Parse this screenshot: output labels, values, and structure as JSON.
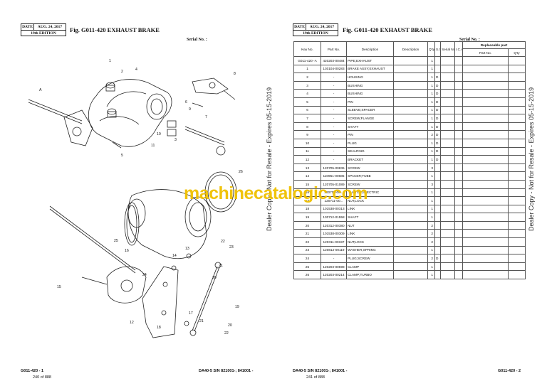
{
  "left_page": {
    "header": {
      "date_label": "DATE",
      "date_value": "AUG. 24, 2017",
      "edition": "19th EDITION"
    },
    "fig_title": "Fig. G011-420 EXHAUST BRAKE",
    "serial_label": "Serial No. :",
    "callouts": [
      "1",
      "2",
      "3",
      "4",
      "5",
      "6",
      "7",
      "8",
      "9",
      "10",
      "11",
      "12",
      "13",
      "14",
      "15",
      "16",
      "17",
      "18",
      "19",
      "20",
      "20",
      "21",
      "21",
      "22",
      "22",
      "23",
      "24",
      "25",
      "26",
      "A"
    ],
    "footer": {
      "code": "G011-420 - 1",
      "page": "240 of 888",
      "model": "DA40-5 S/N 821001-; 841001 -"
    },
    "side_text": "Dealer Copy - Not for Resale - Expires 05-15-2019"
  },
  "right_page": {
    "header": {
      "date_label": "DATE",
      "date_value": "AUG. 24, 2017",
      "edition": "19th EDITION"
    },
    "fig_title": "Fig. G011-420 EXHAUST BRAKE",
    "serial_label": "Serial No. :",
    "columns": {
      "key_no": "Key No.",
      "part_no": "Part No.",
      "description": "Description",
      "description2": "Description",
      "qty": "Q'ty",
      "sc": "S.C",
      "serial_no": "Serial No.",
      "ica": "I.C.A",
      "replaceable": "Replaceable part",
      "rp_part_no": "Part No.",
      "rp_qty": "Q'ty"
    },
    "rows": [
      {
        "key": "G011-420 -A",
        "part": "420203-00484",
        "desc": "PIPE;EXHAUST",
        "qty": "1",
        "sc": ""
      },
      {
        "key": "1",
        "part": "130104-00283",
        "desc": "BRAKE ASSY;EXHAUST",
        "qty": "1",
        "sc": ""
      },
      {
        "key": "2",
        "part": "-",
        "desc": "HOUSING",
        "qty": "1",
        "sc": "D"
      },
      {
        "key": "3",
        "part": "-",
        "desc": "BUSHING",
        "qty": "1",
        "sc": "D"
      },
      {
        "key": "4",
        "part": "-",
        "desc": "BUSHING",
        "qty": "1",
        "sc": "D"
      },
      {
        "key": "5",
        "part": "-",
        "desc": "PIN",
        "qty": "1",
        "sc": "D"
      },
      {
        "key": "6",
        "part": "-",
        "desc": "SLEEVE;SPACER",
        "qty": "1",
        "sc": "D"
      },
      {
        "key": "7",
        "part": "-",
        "desc": "SCREW;FLANGE",
        "qty": "1",
        "sc": "D"
      },
      {
        "key": "8",
        "part": "-",
        "desc": "SHAFT",
        "qty": "1",
        "sc": "D"
      },
      {
        "key": "9",
        "part": "-",
        "desc": "PIN",
        "qty": "2",
        "sc": "D"
      },
      {
        "key": "10",
        "part": "-",
        "desc": "PLUG",
        "qty": "1",
        "sc": "D"
      },
      {
        "key": "11",
        "part": "-",
        "desc": "SEALRING",
        "qty": "1",
        "sc": "D"
      },
      {
        "key": "12",
        "part": "-",
        "desc": "BRACKET",
        "qty": "1",
        "sc": "D"
      },
      {
        "key": "13",
        "part": "120705-00836",
        "desc": "SCREW",
        "qty": "3",
        "sc": ""
      },
      {
        "key": "14",
        "part": "110951-00685",
        "desc": "SPACER;TUBE",
        "qty": "1",
        "sc": ""
      },
      {
        "key": "15",
        "part": "120705-01089",
        "desc": "SCREW",
        "qty": "3",
        "sc": ""
      },
      {
        "key": "16",
        "part": "300705-00...",
        "desc": "...UATOR,ELECTRIC",
        "qty": "1",
        "sc": ""
      },
      {
        "key": "17",
        "part": "120711-00...",
        "desc": "NUT;LOCK",
        "qty": "1",
        "sc": ""
      },
      {
        "key": "18",
        "part": "101538-00313",
        "desc": "LINK",
        "qty": "1",
        "sc": ""
      },
      {
        "key": "19",
        "part": "130712-01558",
        "desc": "SHAFT",
        "qty": "1",
        "sc": ""
      },
      {
        "key": "20",
        "part": "120312-00380",
        "desc": "NUT",
        "qty": "2",
        "sc": ""
      },
      {
        "key": "21",
        "part": "101538-00309",
        "desc": "LINK",
        "qty": "2",
        "sc": ""
      },
      {
        "key": "22",
        "part": "120311-00197",
        "desc": "NUT;LOCK",
        "qty": "2",
        "sc": ""
      },
      {
        "key": "23",
        "part": "120812-00119",
        "desc": "WASHER;SPRING",
        "qty": "1",
        "sc": ""
      },
      {
        "key": "24",
        "part": "-",
        "desc": "PLUG;SCREW",
        "qty": "2",
        "sc": "D"
      },
      {
        "key": "25",
        "part": "120203-00598",
        "desc": "CLAMP",
        "qty": "1",
        "sc": ""
      },
      {
        "key": "26",
        "part": "120203-00214",
        "desc": "CLAMP;TURBO",
        "qty": "1",
        "sc": ""
      }
    ],
    "footer": {
      "model": "DA40-5 S/N 821001-; 841001 -",
      "page": "241 of 888",
      "code": "G011-420 - 2"
    },
    "side_text": "Dealer Copy - Not for Resale - Expires 05-15-2019"
  },
  "watermark": "machinecatalogic.com"
}
